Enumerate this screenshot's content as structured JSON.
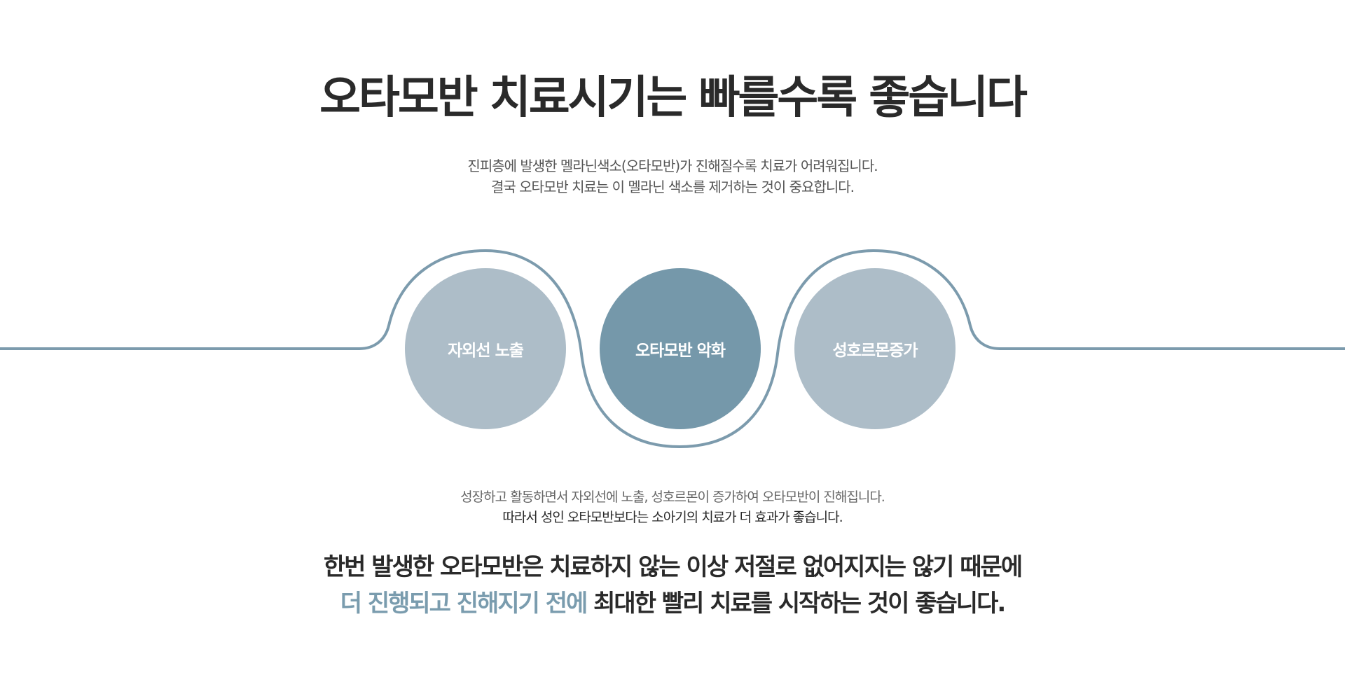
{
  "headline": "오타모반 치료시기는 빠를수록 좋습니다",
  "intro": {
    "line1": "진피층에 발생한 멜라닌색소(오타모반)가 진해질수록 치료가 어려워집니다.",
    "line2": "결국 오타모반 치료는 이 멜라닌 색소를 제거하는 것이  중요합니다."
  },
  "factors": [
    {
      "label": "자외선 노출",
      "color": "#adbdc8"
    },
    {
      "label": "오타모반 악화",
      "color": "#7598aa"
    },
    {
      "label": "성호르몬증가",
      "color": "#adbdc8"
    }
  ],
  "explain": {
    "line1": "성장하고 활동하면서 자외선에 노출, 성호르몬이 증가하여 오타모반이 진해집니다.",
    "line2": "따라서 성인 오타모반보다는 소아기의 치료가 더 효과가 좋습니다."
  },
  "conclusion": {
    "line1": "한번 발생한 오타모반은 치료하지 않는 이상 저절로 없어지지는 않기 때문에",
    "line2_accent": "더 진행되고 진해지기 전에",
    "line2_rest": " 최대한 빨리 치료를 시작하는 것이 좋습니다."
  },
  "colors": {
    "accent": "#7a9cae",
    "line_dark": "#7c9bad",
    "line_light": "#b3c4cf",
    "text_dark": "#2a2a2a",
    "text_muted": "#555555"
  }
}
